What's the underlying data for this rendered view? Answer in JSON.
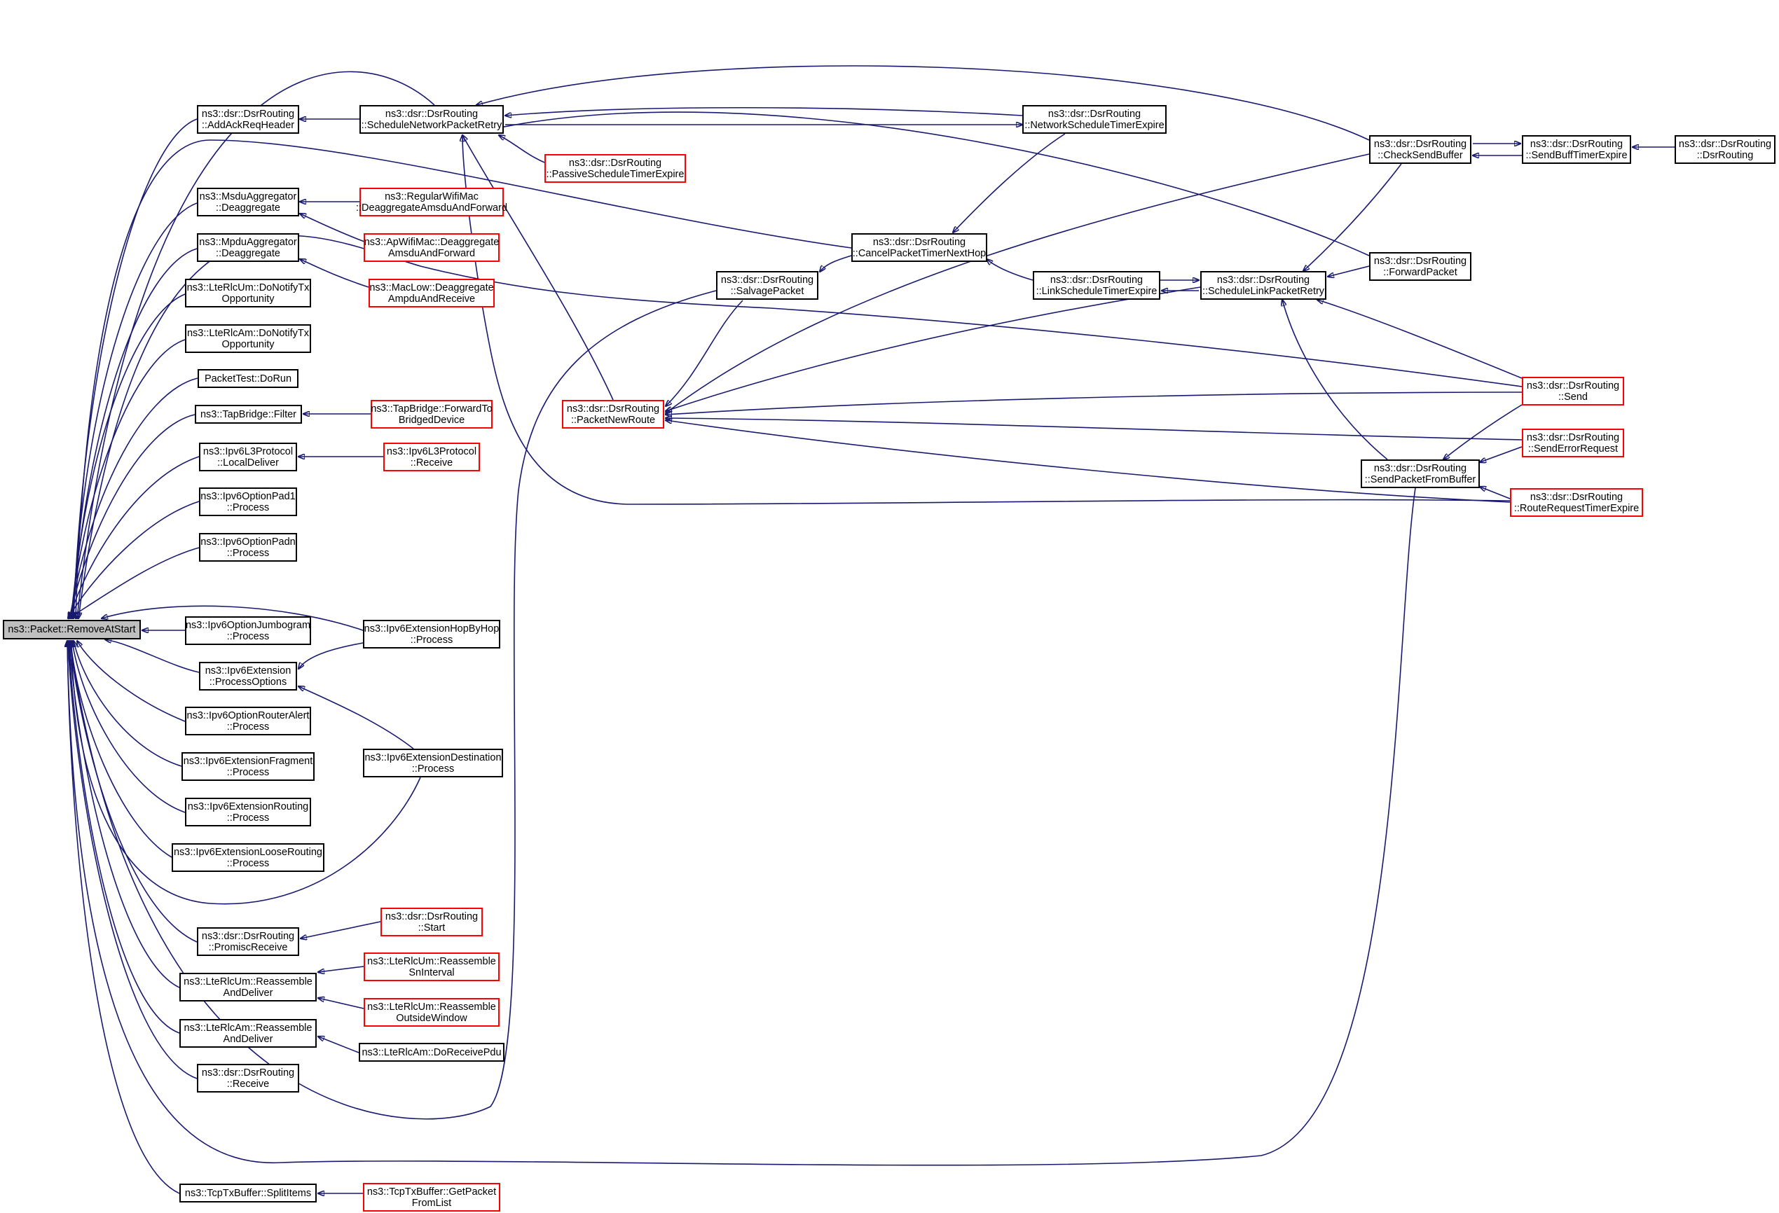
{
  "colors": {
    "edge": "#191970",
    "box_border": "#000000",
    "box_border_incomplete": "#ff0000",
    "root_fill": "#bfbfbf"
  },
  "nodes": {
    "root": {
      "lines": [
        "ns3::Packet::RemoveAtStart"
      ]
    },
    "addAckReqHeader": {
      "lines": [
        "ns3::dsr::DsrRouting",
        "::AddAckReqHeader"
      ]
    },
    "msduDeagg": {
      "lines": [
        "ns3::MsduAggregator",
        "::Deaggregate"
      ]
    },
    "mpduDeagg": {
      "lines": [
        "ns3::MpduAggregator",
        "::Deaggregate"
      ]
    },
    "lteRlcUmNotify": {
      "lines": [
        "ns3::LteRlcUm::DoNotifyTx",
        "Opportunity"
      ]
    },
    "lteRlcAmNotify": {
      "lines": [
        "ns3::LteRlcAm::DoNotifyTx",
        "Opportunity"
      ]
    },
    "packetTest": {
      "lines": [
        "PacketTest::DoRun"
      ]
    },
    "tapFilter": {
      "lines": [
        "ns3::TapBridge::Filter"
      ]
    },
    "ipv6LocalDeliver": {
      "lines": [
        "ns3::Ipv6L3Protocol",
        "::LocalDeliver"
      ]
    },
    "pad1": {
      "lines": [
        "ns3::Ipv6OptionPad1",
        "::Process"
      ]
    },
    "padn": {
      "lines": [
        "ns3::Ipv6OptionPadn",
        "::Process"
      ]
    },
    "jumbogram": {
      "lines": [
        "ns3::Ipv6OptionJumbogram",
        "::Process"
      ]
    },
    "processOptions": {
      "lines": [
        "ns3::Ipv6Extension",
        "::ProcessOptions"
      ]
    },
    "routerAlert": {
      "lines": [
        "ns3::Ipv6OptionRouterAlert",
        "::Process"
      ]
    },
    "extFragment": {
      "lines": [
        "ns3::Ipv6ExtensionFragment",
        "::Process"
      ]
    },
    "extRouting": {
      "lines": [
        "ns3::Ipv6ExtensionRouting",
        "::Process"
      ]
    },
    "extLoose": {
      "lines": [
        "ns3::Ipv6ExtensionLooseRouting",
        "::Process"
      ]
    },
    "promisc": {
      "lines": [
        "ns3::dsr::DsrRouting",
        "::PromiscReceive"
      ]
    },
    "umReassemble": {
      "lines": [
        "ns3::LteRlcUm::Reassemble",
        "AndDeliver"
      ]
    },
    "amReassemble": {
      "lines": [
        "ns3::LteRlcAm::Reassemble",
        "AndDeliver"
      ]
    },
    "dsrReceive": {
      "lines": [
        "ns3::dsr::DsrRouting",
        "::Receive"
      ]
    },
    "splitItems": {
      "lines": [
        "ns3::TcpTxBuffer::SplitItems"
      ]
    },
    "schedNetRetry": {
      "lines": [
        "ns3::dsr::DsrRouting",
        "::ScheduleNetworkPacketRetry"
      ]
    },
    "passiveExpire": {
      "lines": [
        "ns3::dsr::DsrRouting",
        "::PassiveScheduleTimerExpire"
      ]
    },
    "regularWifi": {
      "lines": [
        "ns3::RegularWifiMac",
        "::DeaggregateAmsduAndForward"
      ]
    },
    "apWifi": {
      "lines": [
        "ns3::ApWifiMac::Deaggregate",
        "AmsduAndForward"
      ]
    },
    "macLow": {
      "lines": [
        "ns3::MacLow::Deaggregate",
        "AmpduAndReceive"
      ]
    },
    "tapForward": {
      "lines": [
        "ns3::TapBridge::ForwardTo",
        "BridgedDevice"
      ]
    },
    "ipv6Receive": {
      "lines": [
        "ns3::Ipv6L3Protocol",
        "::Receive"
      ]
    },
    "hopByHop": {
      "lines": [
        "ns3::Ipv6ExtensionHopByHop",
        "::Process"
      ]
    },
    "destination": {
      "lines": [
        "ns3::Ipv6ExtensionDestination",
        "::Process"
      ]
    },
    "dsrStart": {
      "lines": [
        "ns3::dsr::DsrRouting",
        "::Start"
      ]
    },
    "snInterval": {
      "lines": [
        "ns3::LteRlcUm::Reassemble",
        "SnInterval"
      ]
    },
    "outsideWindow": {
      "lines": [
        "ns3::LteRlcUm::Reassemble",
        "OutsideWindow"
      ]
    },
    "doReceivePdu": {
      "lines": [
        "ns3::LteRlcAm::DoReceivePdu"
      ]
    },
    "getPacket": {
      "lines": [
        "ns3::TcpTxBuffer::GetPacket",
        "FromList"
      ]
    },
    "packetNewRoute": {
      "lines": [
        "ns3::dsr::DsrRouting",
        "::PacketNewRoute"
      ]
    },
    "salvage": {
      "lines": [
        "ns3::dsr::DsrRouting",
        "::SalvagePacket"
      ]
    },
    "cancelTimer": {
      "lines": [
        "ns3::dsr::DsrRouting",
        "::CancelPacketTimerNextHop"
      ]
    },
    "netSchedExpire": {
      "lines": [
        "ns3::dsr::DsrRouting",
        "::NetworkScheduleTimerExpire"
      ]
    },
    "linkSchedExpire": {
      "lines": [
        "ns3::dsr::DsrRouting",
        "::LinkScheduleTimerExpire"
      ]
    },
    "schedLinkRetry": {
      "lines": [
        "ns3::dsr::DsrRouting",
        "::ScheduleLinkPacketRetry"
      ]
    },
    "checkSendBuffer": {
      "lines": [
        "ns3::dsr::DsrRouting",
        "::CheckSendBuffer"
      ]
    },
    "sendBuffExpire": {
      "lines": [
        "ns3::dsr::DsrRouting",
        "::SendBuffTimerExpire"
      ]
    },
    "dsrCtor": {
      "lines": [
        "ns3::dsr::DsrRouting",
        "::DsrRouting"
      ]
    },
    "forwardPacket": {
      "lines": [
        "ns3::dsr::DsrRouting",
        "::ForwardPacket"
      ]
    },
    "dsrSend": {
      "lines": [
        "ns3::dsr::DsrRouting",
        "::Send"
      ]
    },
    "sendError": {
      "lines": [
        "ns3::dsr::DsrRouting",
        "::SendErrorRequest"
      ]
    },
    "sendFromBuffer": {
      "lines": [
        "ns3::dsr::DsrRouting",
        "::SendPacketFromBuffer"
      ]
    },
    "routeReqExpire": {
      "lines": [
        "ns3::dsr::DsrRouting",
        "::RouteRequestTimerExpire"
      ]
    }
  }
}
